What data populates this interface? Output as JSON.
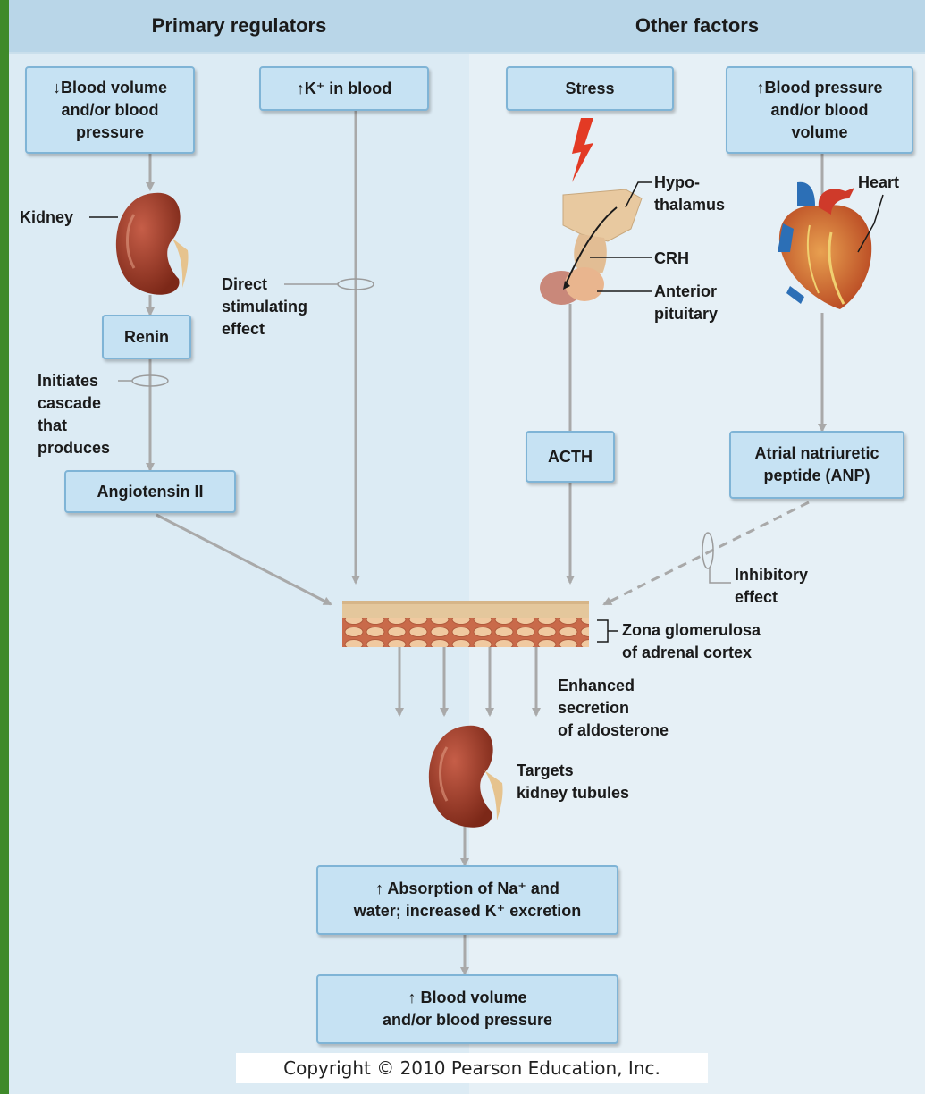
{
  "headers": {
    "primary": "Primary regulators",
    "other": "Other factors"
  },
  "boxes": {
    "blood_volume_low": "↓Blood volume\nand/or blood\npressure",
    "k_in_blood": "↑K⁺ in blood",
    "stress": "Stress",
    "bp_high": "↑Blood pressure\nand/or blood\nvolume",
    "renin": "Renin",
    "angiotensin": "Angiotensin II",
    "acth": "ACTH",
    "anp": "Atrial natriuretic\npeptide (ANP)",
    "absorption": "↑ Absorption of Na⁺ and\nwater; increased K⁺ excretion",
    "outcome": "↑ Blood volume\nand/or blood pressure"
  },
  "labels": {
    "kidney": "Kidney",
    "direct": "Direct\nstimulating\neffect",
    "initiates": "Initiates\ncascade\nthat\nproduces",
    "hypothalamus": "Hypo-\nthalamus",
    "crh": "CRH",
    "anterior_pituitary": "Anterior\npituitary",
    "heart": "Heart",
    "inhibitory": "Inhibitory\neffect",
    "zona": "Zona glomerulosa\nof adrenal cortex",
    "enhanced": "Enhanced\nsecretion\nof aldosterone",
    "targets": "Targets\nkidney tubules"
  },
  "copyright": "Copyright © 2010 Pearson Education, Inc."
}
